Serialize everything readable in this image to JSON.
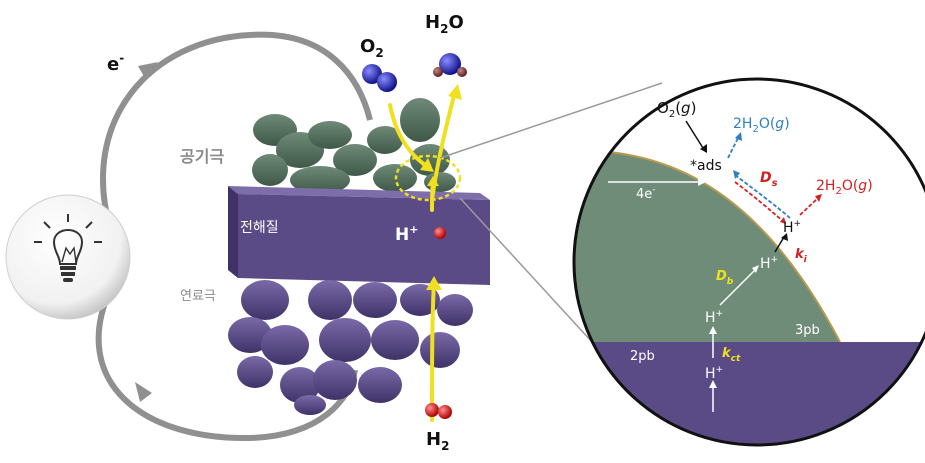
{
  "circuit": {
    "electron_label": "e",
    "electron_charge": "-",
    "bulb_icon": "light-bulb-icon"
  },
  "cell": {
    "cathode_label": "공기극",
    "electrolyte_label": "전해질",
    "anode_label": "연료극",
    "proton_label": "H",
    "proton_charge": "+",
    "o2_label": "O",
    "o2_sub": "2",
    "h2o_label_h": "H",
    "h2o_label_sub": "2",
    "h2o_label_o": "O",
    "h2_label": "H",
    "h2_sub": "2"
  },
  "zoom": {
    "o2g_pre": "O",
    "o2g_sub": "2",
    "o2g_post": "(",
    "o2g_g": "g",
    "o2g_close": ")",
    "ads": "*ads",
    "water_blue_pre": "2H",
    "water_blue_sub": "2",
    "water_blue_mid": "O(",
    "water_blue_g": "g",
    "water_blue_close": ")",
    "water_red_pre": "2H",
    "water_red_sub": "2",
    "water_red_mid": "O(",
    "water_red_g": "g",
    "water_red_close": ")",
    "ds": "D",
    "ds_sub": "s",
    "four_e": "4e",
    "four_e_sup": "-",
    "h_top": "H",
    "h_mid": "H",
    "h_low": "H",
    "h_bottom": "H",
    "plus": "+",
    "ki": "k",
    "ki_sub": "i",
    "db": "D",
    "db_sub": "b",
    "kct": "k",
    "kct_sub": "ct",
    "pb2": "2pb",
    "pb3": "3pb"
  },
  "colors": {
    "electrolyte": "#5a4a86",
    "cathode": "#4e6a5a",
    "anode": "#5a4c82",
    "yellow": "#f0e020",
    "blue": "#2f7fc0",
    "red": "#d42020",
    "cathode_zoom": "#6f8c78"
  }
}
